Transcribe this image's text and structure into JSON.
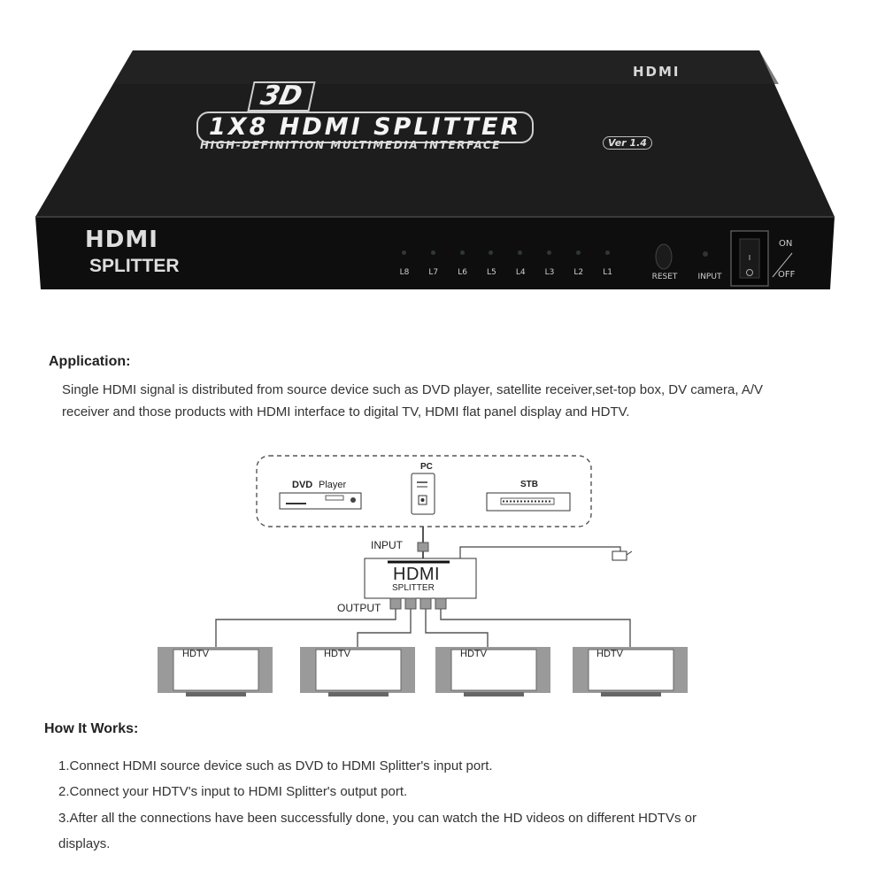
{
  "device": {
    "logo_3d": "3D",
    "title": "1X8 HDMI SPLITTER",
    "subtitle": "HIGH-DEFINITION MULTIMEDIA INTERFACE",
    "version": "Ver 1.4",
    "brand_top": "HDMI",
    "front_brand_line1": "HDMI",
    "front_brand_line2": "SPLITTER",
    "led_labels": [
      "L8",
      "L7",
      "L6",
      "L5",
      "L4",
      "L3",
      "L2",
      "L1"
    ],
    "reset_label": "RESET",
    "input_label": "INPUT",
    "on_label": "ON",
    "off_label": "OFF"
  },
  "application": {
    "heading": "Application:",
    "text": "Single HDMI signal is distributed from source device such as DVD player, satellite receiver,set-top box, DV camera, A/V receiver and those products with HDMI interface to digital TV, HDMI flat panel display and HDTV."
  },
  "diagram": {
    "dvd_label": "DVD",
    "dvd_label_2": "Player",
    "pc_label": "PC",
    "stb_label": "STB",
    "input_label": "INPUT",
    "output_label": "OUTPUT",
    "splitter_title": "HDMI",
    "splitter_sub": "SPLITTER",
    "tv_labels": [
      "HDTV",
      "HDTV",
      "HDTV",
      "HDTV"
    ]
  },
  "how_it_works": {
    "heading": "How It Works:",
    "steps": [
      "1.Connect HDMI source device such as DVD to HDMI Splitter's input port.",
      "2.Connect your HDTV's input to HDMI Splitter's output port.",
      "3.After all the connections have been successfully done, you can watch the HD videos on different HDTVs or displays."
    ]
  },
  "colors": {
    "device_body": "#151515",
    "device_top": "#1e1e1e",
    "tv_frame": "#9a9a9a"
  }
}
